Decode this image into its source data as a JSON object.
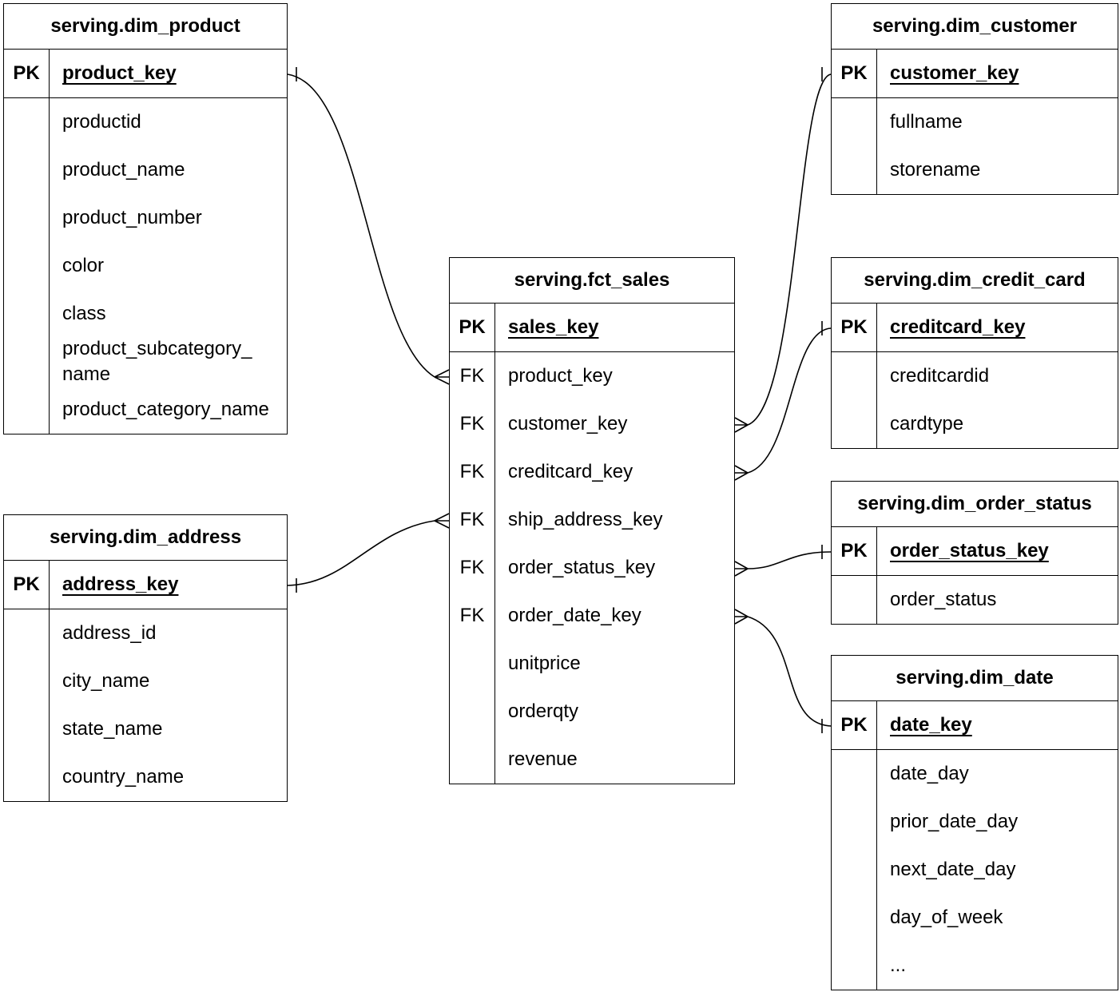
{
  "diagram": {
    "tables": [
      {
        "id": "dim_product",
        "title": "serving.dim_product",
        "pk": {
          "tag": "PK",
          "name": "product_key"
        },
        "fields": [
          {
            "tag": "",
            "name": "productid"
          },
          {
            "tag": "",
            "name": "product_name"
          },
          {
            "tag": "",
            "name": "product_number"
          },
          {
            "tag": "",
            "name": "color"
          },
          {
            "tag": "",
            "name": "class"
          },
          {
            "tag": "",
            "name": "product_subcategory_name"
          },
          {
            "tag": "",
            "name": "product_category_name"
          }
        ]
      },
      {
        "id": "dim_customer",
        "title": "serving.dim_customer",
        "pk": {
          "tag": "PK",
          "name": "customer_key"
        },
        "fields": [
          {
            "tag": "",
            "name": "fullname"
          },
          {
            "tag": "",
            "name": "storename"
          }
        ]
      },
      {
        "id": "fct_sales",
        "title": "serving.fct_sales",
        "pk": {
          "tag": "PK",
          "name": "sales_key"
        },
        "fields": [
          {
            "tag": "FK",
            "name": "product_key"
          },
          {
            "tag": "FK",
            "name": "customer_key"
          },
          {
            "tag": "FK",
            "name": "creditcard_key"
          },
          {
            "tag": "FK",
            "name": "ship_address_key"
          },
          {
            "tag": "FK",
            "name": "order_status_key"
          },
          {
            "tag": "FK",
            "name": "order_date_key"
          },
          {
            "tag": "",
            "name": "unitprice"
          },
          {
            "tag": "",
            "name": "orderqty"
          },
          {
            "tag": "",
            "name": "revenue"
          }
        ]
      },
      {
        "id": "dim_credit_card",
        "title": "serving.dim_credit_card",
        "pk": {
          "tag": "PK",
          "name": "creditcard_key"
        },
        "fields": [
          {
            "tag": "",
            "name": "creditcardid"
          },
          {
            "tag": "",
            "name": "cardtype"
          }
        ]
      },
      {
        "id": "dim_order_status",
        "title": "serving.dim_order_status",
        "pk": {
          "tag": "PK",
          "name": "order_status_key"
        },
        "fields": [
          {
            "tag": "",
            "name": "order_status"
          }
        ]
      },
      {
        "id": "dim_date",
        "title": "serving.dim_date",
        "pk": {
          "tag": "PK",
          "name": "date_key"
        },
        "fields": [
          {
            "tag": "",
            "name": "date_day"
          },
          {
            "tag": "",
            "name": "prior_date_day"
          },
          {
            "tag": "",
            "name": "next_date_day"
          },
          {
            "tag": "",
            "name": "day_of_week"
          },
          {
            "tag": "",
            "name": "..."
          }
        ]
      },
      {
        "id": "dim_address",
        "title": "serving.dim_address",
        "pk": {
          "tag": "PK",
          "name": "address_key"
        },
        "fields": [
          {
            "tag": "",
            "name": "address_id"
          },
          {
            "tag": "",
            "name": "city_name"
          },
          {
            "tag": "",
            "name": "state_name"
          },
          {
            "tag": "",
            "name": "country_name"
          }
        ]
      }
    ],
    "relationships": [
      {
        "one_side": "serving.dim_product.product_key",
        "many_side": "serving.fct_sales.product_key"
      },
      {
        "one_side": "serving.dim_customer.customer_key",
        "many_side": "serving.fct_sales.customer_key"
      },
      {
        "one_side": "serving.dim_credit_card.creditcard_key",
        "many_side": "serving.fct_sales.creditcard_key"
      },
      {
        "one_side": "serving.dim_address.address_key",
        "many_side": "serving.fct_sales.ship_address_key"
      },
      {
        "one_side": "serving.dim_order_status.order_status_key",
        "many_side": "serving.fct_sales.order_status_key"
      },
      {
        "one_side": "serving.dim_date.date_key",
        "many_side": "serving.fct_sales.order_date_key"
      }
    ]
  }
}
